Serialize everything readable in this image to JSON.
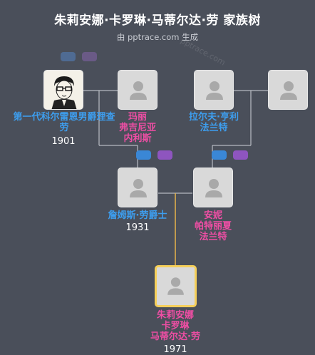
{
  "header": {
    "title": "朱莉安娜·卡罗琳·马蒂尔达·劳 家族树",
    "subtitle": "由 pptrace.com 生成",
    "watermark": "pptrace.com"
  },
  "colors": {
    "background": "#4a4f5a",
    "male": "#3d9eef",
    "female": "#ee4ea4",
    "focus_border": "#f5cf5a",
    "line": "#d0d3d9",
    "descent_line": "#e8b44a"
  },
  "people": {
    "p1": {
      "name_lines": [
        "第一代科尔雷恩男爵理查",
        "劳"
      ],
      "year": "1901",
      "gender": "male"
    },
    "p2": {
      "name_lines": [
        "玛丽",
        "弗吉尼亚",
        "内利斯"
      ],
      "year": "",
      "gender": "female"
    },
    "p3": {
      "name_lines": [
        "拉尔夫·亨利",
        "法兰特"
      ],
      "year": "",
      "gender": "male"
    },
    "p4": {
      "name_lines": [],
      "year": "",
      "gender": "female"
    },
    "p5": {
      "name_lines": [
        "詹姆斯·劳爵士"
      ],
      "year": "1931",
      "gender": "male"
    },
    "p6": {
      "name_lines": [
        "安妮",
        "帕特丽夏",
        "法兰特"
      ],
      "year": "",
      "gender": "female"
    },
    "p7": {
      "name_lines": [
        "朱莉安娜",
        "卡罗琳",
        "马蒂尔达·劳"
      ],
      "year": "1971",
      "gender": "female"
    }
  },
  "icons": {
    "portrait": "sketch-portrait-icon",
    "placeholder": "person-placeholder-icon",
    "expand_father": "blue-pill-icon",
    "expand_mother": "purple-pill-icon"
  }
}
